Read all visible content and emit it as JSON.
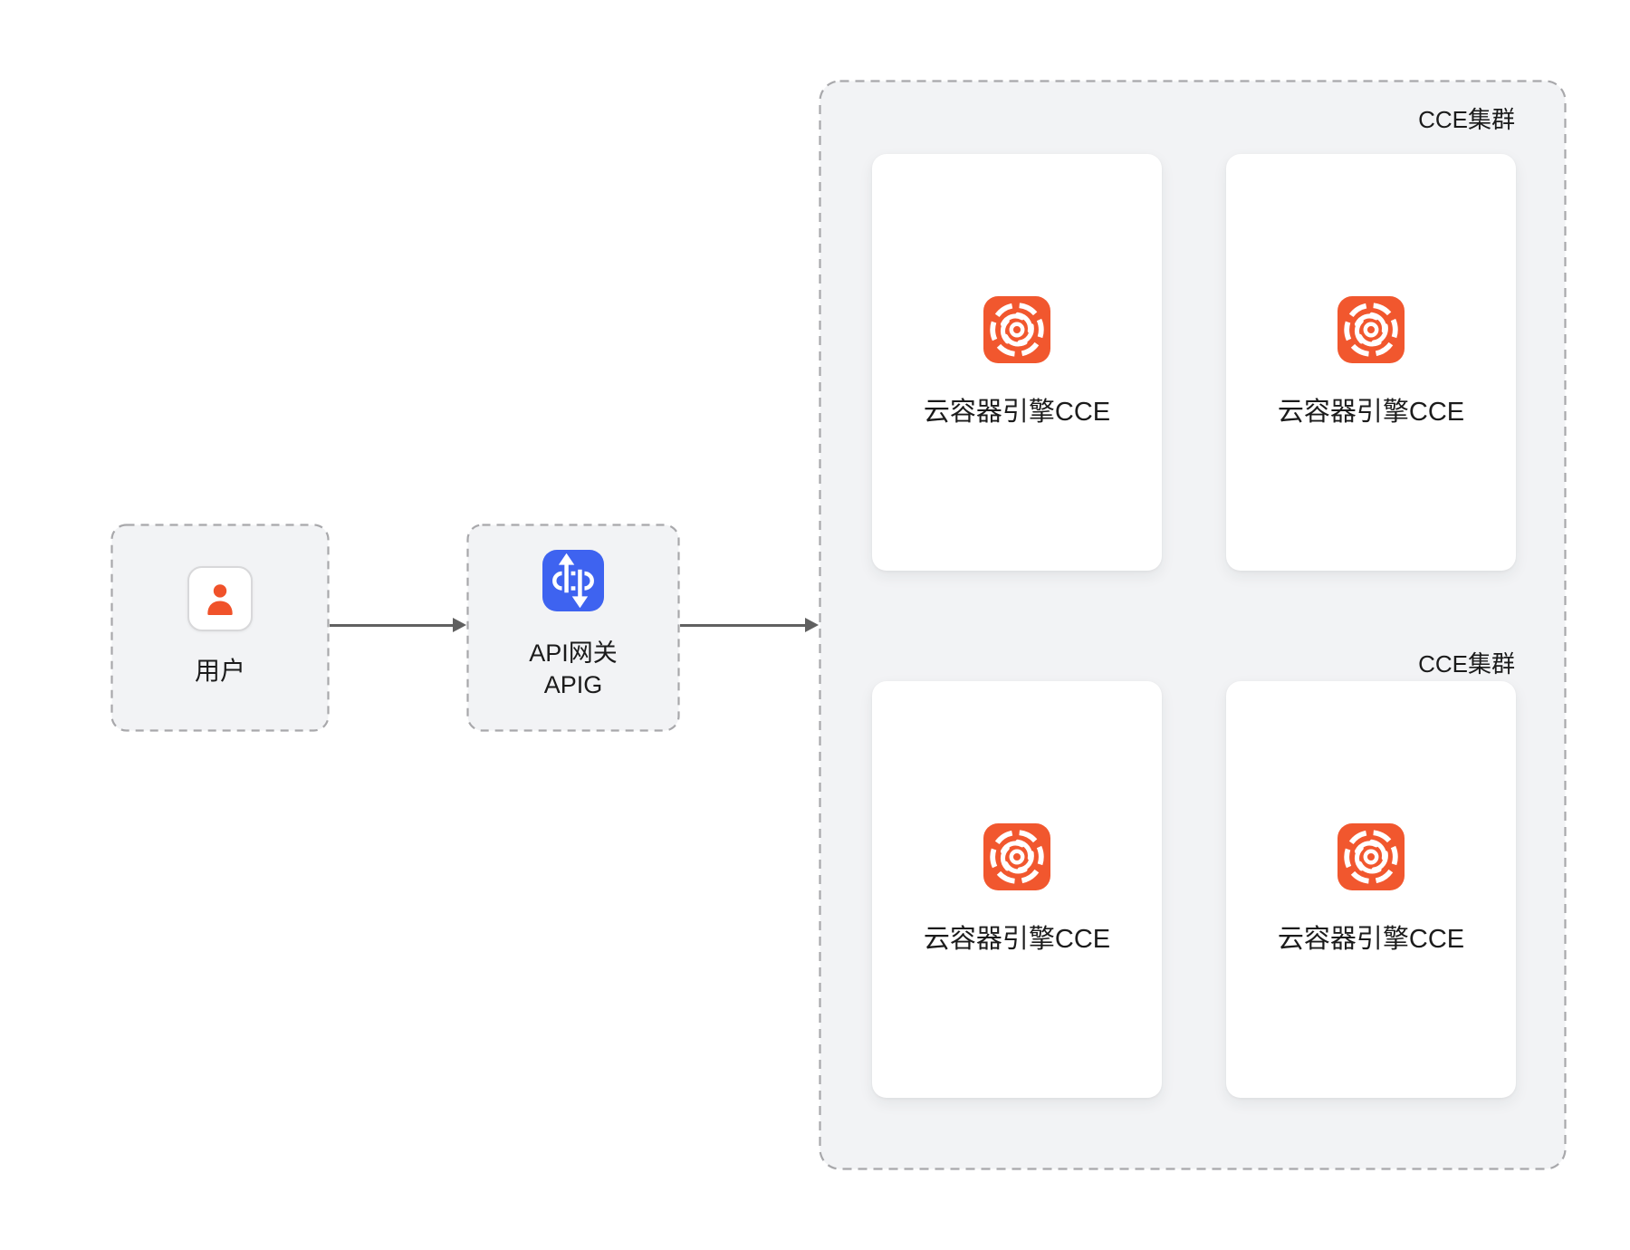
{
  "colors": {
    "box_bg": "#F2F3F5",
    "dash_border": "#A8A8AB",
    "card_bg": "#FFFFFF",
    "text": "#1B1B1B",
    "arrow": "#606060",
    "user_icon": "#F0522A",
    "user_icon_box_border": "#D8D8DA",
    "apig_icon": "#3E63F0",
    "cce_icon": "#F1572E"
  },
  "nodes": {
    "user": {
      "label": "用户",
      "icon": "person-icon"
    },
    "apig": {
      "label": "API网关",
      "sublabel": "APIG",
      "icon": "api-gateway-icon"
    }
  },
  "cce_container": {
    "groups": [
      {
        "label": "CCE集群",
        "cards": [
          {
            "label": "云容器引擎CCE",
            "icon": "cce-engine-icon"
          },
          {
            "label": "云容器引擎CCE",
            "icon": "cce-engine-icon"
          }
        ]
      },
      {
        "label": "CCE集群",
        "cards": [
          {
            "label": "云容器引擎CCE",
            "icon": "cce-engine-icon"
          },
          {
            "label": "云容器引擎CCE",
            "icon": "cce-engine-icon"
          }
        ]
      }
    ]
  },
  "arrows": [
    {
      "from": "user",
      "to": "apig"
    },
    {
      "from": "apig",
      "to": "cce-cluster-container"
    }
  ]
}
